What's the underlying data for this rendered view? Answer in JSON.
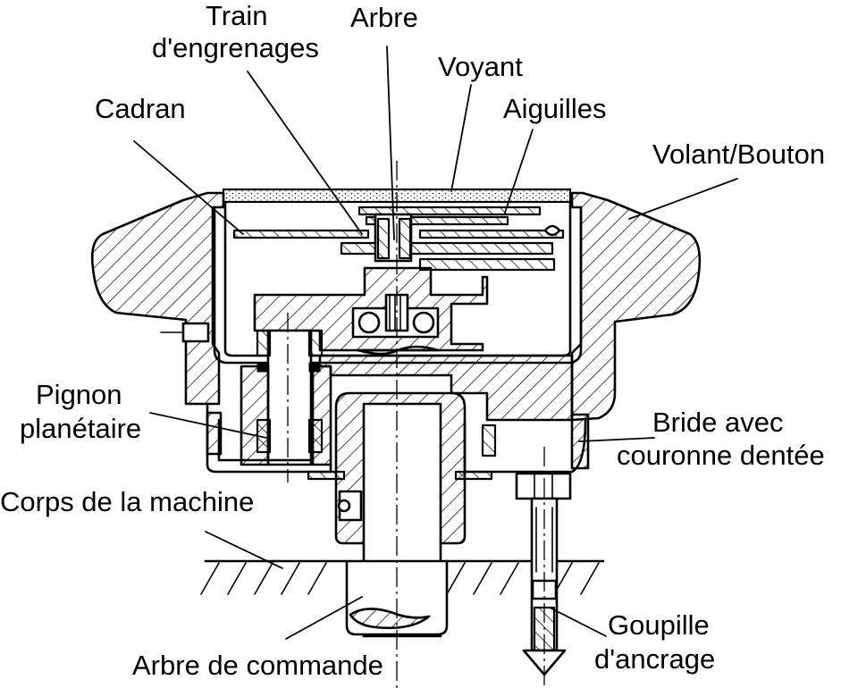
{
  "labels": {
    "train": [
      "Train",
      "d'engrenages"
    ],
    "arbre": "Arbre",
    "voyant": "Voyant",
    "aiguilles": "Aiguilles",
    "cadran": "Cadran",
    "volant": "Volant/Bouton",
    "pignon": [
      "Pignon",
      "planétaire"
    ],
    "bride": [
      "Bride avec",
      "couronne dentée"
    ],
    "corps": "Corps de la machine",
    "goupille": [
      "Goupille",
      "d'ancrage"
    ],
    "arbre_commande": "Arbre de commande"
  }
}
